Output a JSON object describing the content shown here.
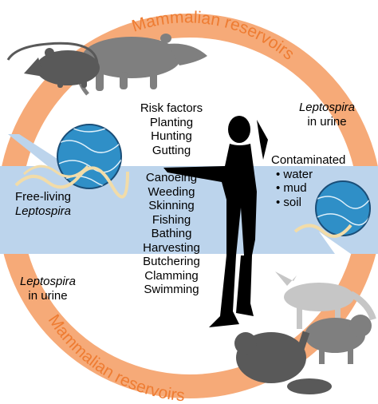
{
  "ring": {
    "top_label": "Mammalian reservoirs",
    "bottom_label": "Mammalian reservoirs"
  },
  "labels": {
    "urine_top_line1": "Leptospira",
    "urine_top_line2": "in urine",
    "urine_bottom_line1": "Leptospira",
    "urine_bottom_line2": "in urine",
    "free_living_line1": "Free-living",
    "free_living_line2": "Leptospira",
    "contaminated_title": "Contaminated",
    "contaminated_items": [
      "• water",
      "• mud",
      "• soil"
    ]
  },
  "risk_factors": {
    "title": "Risk factors",
    "items": [
      "Planting",
      "Hunting",
      "Gutting",
      "Canoeing",
      "Weeding",
      "Skinning",
      "Fishing",
      "Bathing",
      "Harvesting",
      "Butchering",
      "Clamming",
      "Swimming"
    ]
  },
  "colors": {
    "ring": "#f6aa78",
    "ring_text": "#ee7c32",
    "band": "#bcd4ec",
    "animal": "#7f7f7f",
    "animal_light": "#c6c6c6",
    "silhouette": "#000000",
    "sphere": "#2f8fc7",
    "spirochete": "#f2dca8"
  },
  "icons": {
    "person": "human-silhouette-icon",
    "rat": "rat-icon",
    "opossum": "opossum-icon",
    "fox": "fox-icon",
    "raccoon": "raccoon-icon",
    "beaver": "beaver-icon",
    "bacteria": "leptospira-sphere-icon"
  }
}
